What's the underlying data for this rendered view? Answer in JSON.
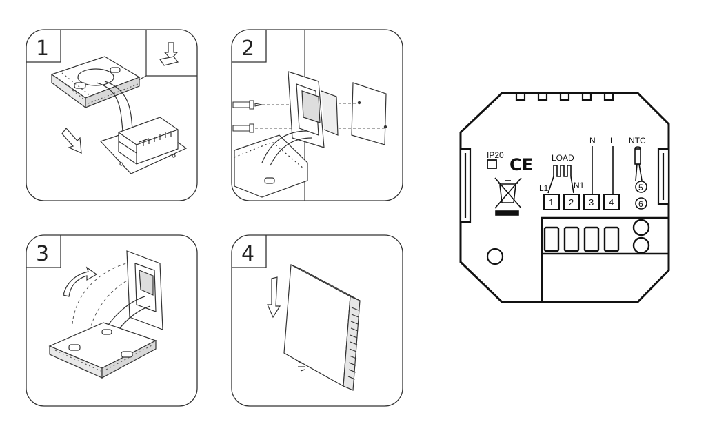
{
  "steps": [
    {
      "number": "1"
    },
    {
      "number": "2"
    },
    {
      "number": "3"
    },
    {
      "number": "4"
    }
  ],
  "wiring": {
    "ip_rating": "IP20",
    "ce_mark": "CE",
    "load_label": "LOAD",
    "l1_label": "L1",
    "n1_label": "N1",
    "n_label": "N",
    "l_label": "L",
    "ntc_label": "NTC",
    "terminals": [
      "1",
      "2",
      "3",
      "4"
    ],
    "ntc_terminals": [
      "5",
      "6"
    ]
  }
}
